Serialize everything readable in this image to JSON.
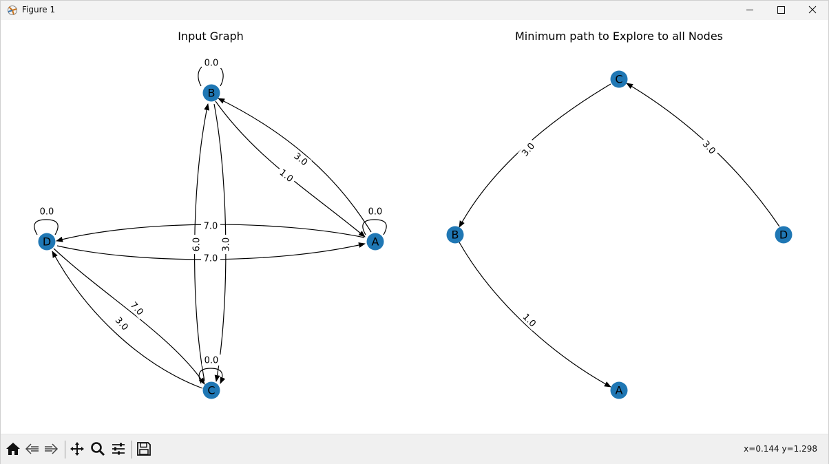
{
  "window": {
    "title": "Figure 1",
    "controls": [
      "minimize",
      "maximize",
      "close"
    ]
  },
  "left_graph": {
    "title": "Input Graph",
    "nodes": [
      "A",
      "B",
      "C",
      "D"
    ],
    "edges": [
      {
        "from": "B",
        "to": "B",
        "weight": "0.0"
      },
      {
        "from": "A",
        "to": "A",
        "weight": "0.0"
      },
      {
        "from": "D",
        "to": "D",
        "weight": "0.0"
      },
      {
        "from": "C",
        "to": "C",
        "weight": "0.0"
      },
      {
        "from": "A",
        "to": "B",
        "weight": "3.0"
      },
      {
        "from": "B",
        "to": "A",
        "weight": "1.0"
      },
      {
        "from": "A",
        "to": "D",
        "weight": "7.0"
      },
      {
        "from": "D",
        "to": "A",
        "weight": "7.0"
      },
      {
        "from": "C",
        "to": "B",
        "weight": "6.0"
      },
      {
        "from": "B",
        "to": "C",
        "weight": "3.0"
      },
      {
        "from": "D",
        "to": "C",
        "weight": "7.0"
      },
      {
        "from": "C",
        "to": "D",
        "weight": "3.0"
      }
    ]
  },
  "right_graph": {
    "title": "Minimum path to Explore to all Nodes",
    "nodes": [
      "C",
      "B",
      "D",
      "A"
    ],
    "edges": [
      {
        "from": "C",
        "to": "B",
        "weight": "3.0"
      },
      {
        "from": "D",
        "to": "C",
        "weight": "3.0"
      },
      {
        "from": "B",
        "to": "A",
        "weight": "1.0"
      }
    ]
  },
  "toolbar": {
    "buttons": [
      "home-icon",
      "back-arrow-icon",
      "forward-arrow-icon",
      "pan-icon",
      "zoom-icon",
      "subplots-icon",
      "save-icon"
    ],
    "coords": "x=0.144 y=1.298"
  },
  "colors": {
    "node": "#1f77b4",
    "toolbar_bg": "#f0f0f0",
    "titlebar_bg": "#f3f3f3"
  }
}
